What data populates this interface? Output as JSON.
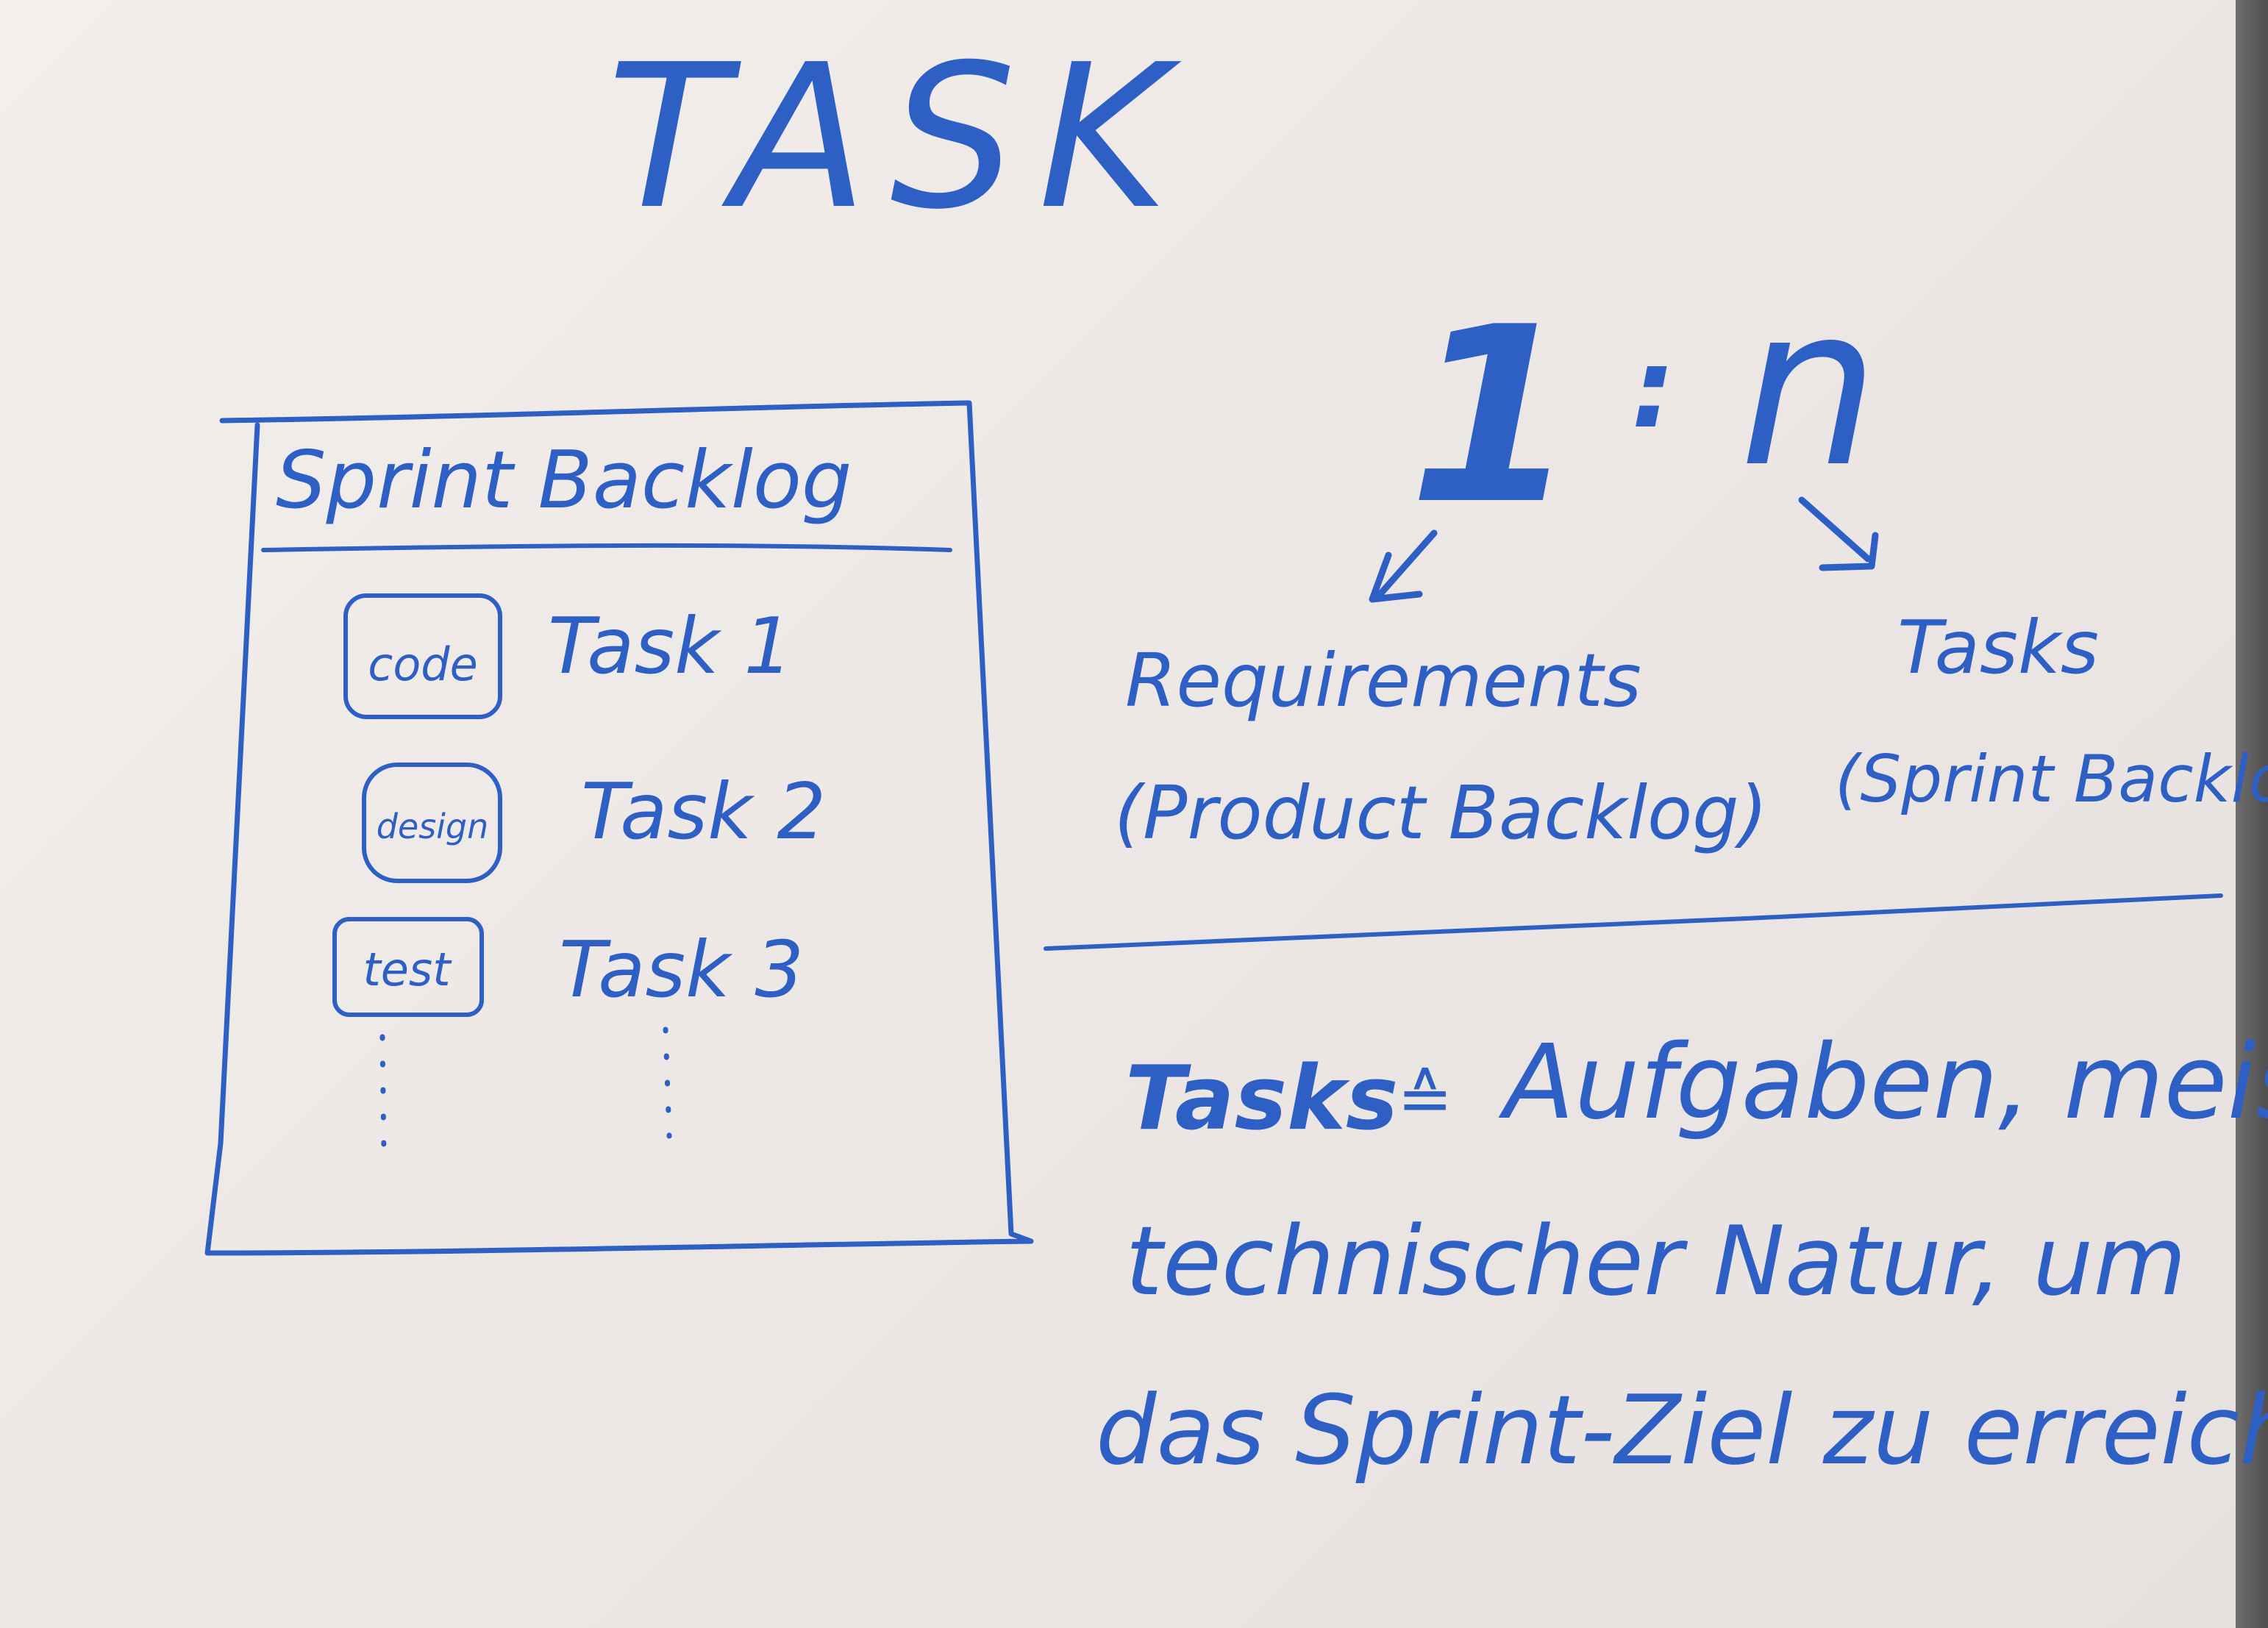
{
  "title": "TASK",
  "ratio": {
    "one": "1",
    "colon": ":",
    "n": "n"
  },
  "left_side": {
    "label": "Requirements",
    "sub": "(Product Backlog)"
  },
  "right_side": {
    "label": "Tasks",
    "sub": "(Sprint Backlog)"
  },
  "sprint_backlog": {
    "heading": "Sprint Backlog",
    "items": [
      {
        "tag": "code",
        "label": "Task 1"
      },
      {
        "tag": "design",
        "label": "Task 2"
      },
      {
        "tag": "test",
        "label": "Task 3"
      }
    ]
  },
  "definition": {
    "term": "Tasks",
    "symbol": "≙",
    "line1": "Aufgaben, meist",
    "line2": "technischer Natur, um",
    "line3": "das Sprint-Ziel zu erreiche"
  },
  "colors": {
    "ink": "#2d5fc4",
    "paper": "#efebe9",
    "board_edge": "#555455"
  }
}
